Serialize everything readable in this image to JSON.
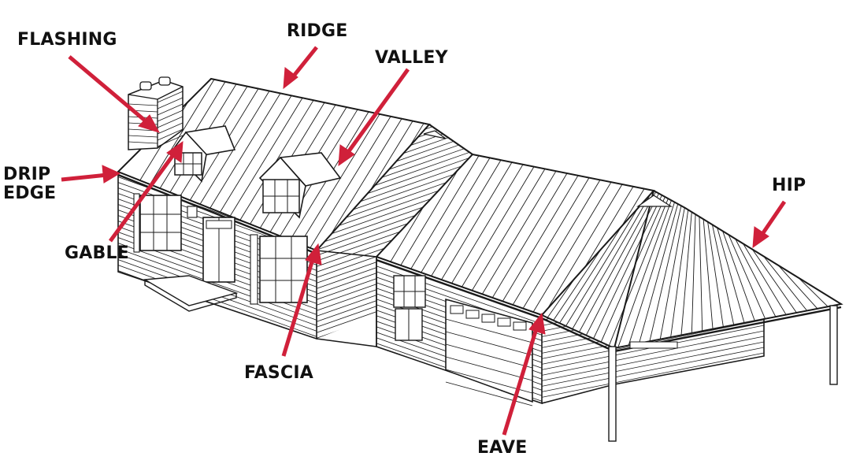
{
  "diagram": {
    "labels": {
      "flashing": "FLASHING",
      "ridge": "RIDGE",
      "valley": "VALLEY",
      "drip_edge_1": "DRIP",
      "drip_edge_2": "EDGE",
      "hip": "HIP",
      "gable": "GABLE",
      "fascia": "FASCIA",
      "eave": "EAVE"
    },
    "colors": {
      "arrow": "#d0203a",
      "line": "#1a1a1a",
      "background": "#ffffff"
    }
  }
}
